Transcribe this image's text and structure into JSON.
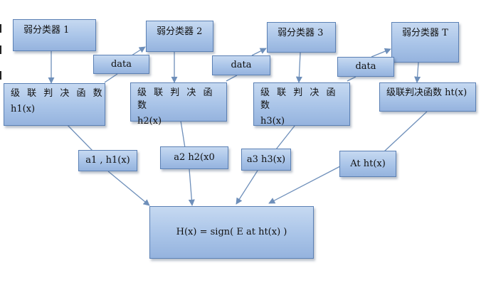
{
  "weak_classifiers": [
    {
      "label": "弱分类器 1"
    },
    {
      "label": "弱分类器 2"
    },
    {
      "label": "弱分类器 3"
    },
    {
      "label": "弱分类器 T"
    }
  ],
  "data_boxes": [
    {
      "label": "data"
    },
    {
      "label": "data"
    },
    {
      "label": "data"
    }
  ],
  "decision_functions": [
    {
      "line1": "级 联 判 决 函 数",
      "line2": "h1(x)"
    },
    {
      "line1": "级 联 判 决 函 数",
      "line2": "h2(x)"
    },
    {
      "line1": "级 联 判 决 函 数",
      "line2": "h3(x)"
    },
    {
      "line1": "级联判决函数 ht(x)",
      "line2": ""
    }
  ],
  "weights": [
    {
      "label": "a1 , h1(x)"
    },
    {
      "label": "a2 h2(x0"
    },
    {
      "label": "a3 h3(x)"
    },
    {
      "label": "At ht(x)"
    }
  ],
  "final": {
    "label": "H(x) = sign( E at ht(x) )"
  },
  "colors": {
    "box_fill": "#a9c4e8",
    "box_border": "#5b80b4",
    "arrow": "#6e8fba"
  }
}
